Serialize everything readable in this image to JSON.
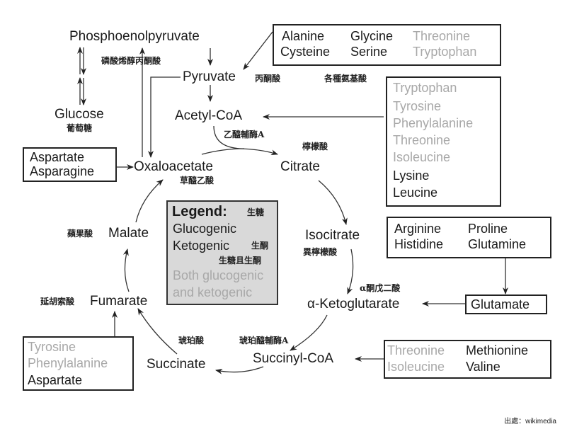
{
  "metabolites": {
    "pep": {
      "name": "Phosphoenolpyruvate",
      "zh": "磷酸烯醇丙酮酸"
    },
    "glucose": {
      "name": "Glucose",
      "zh": "葡萄糖"
    },
    "pyruvate": {
      "name": "Pyruvate",
      "zh": "丙酮酸"
    },
    "acetyl_coa": {
      "name": "Acetyl-CoA",
      "zh": "乙醯輔酶A"
    },
    "oxaloacetate": {
      "name": "Oxaloacetate",
      "zh": "草醯乙酸"
    },
    "citrate": {
      "name": "Citrate",
      "zh": "檸檬酸"
    },
    "isocitrate": {
      "name": "Isocitrate",
      "zh": "異檸檬酸"
    },
    "akg": {
      "name": "α-Ketoglutarate",
      "zh": "α酮戊二酸"
    },
    "succinyl_coa": {
      "name": "Succinyl-CoA",
      "zh": "琥珀醯輔酶A"
    },
    "succinate": {
      "name": "Succinate",
      "zh": "琥珀酸"
    },
    "fumarate": {
      "name": "Fumarate",
      "zh": "延胡索酸"
    },
    "malate": {
      "name": "Malate",
      "zh": "蘋果酸"
    }
  },
  "amino_acid_label_zh": "各種氨基酸",
  "boxes": {
    "pyruvate_sources": {
      "items": [
        {
          "name": "Alanine",
          "type": "glucogenic"
        },
        {
          "name": "Glycine",
          "type": "glucogenic"
        },
        {
          "name": "Threonine",
          "type": "both"
        },
        {
          "name": "Cysteine",
          "type": "glucogenic"
        },
        {
          "name": "Serine",
          "type": "glucogenic"
        },
        {
          "name": "Tryptophan",
          "type": "both"
        }
      ]
    },
    "acetyl_sources": {
      "items": [
        {
          "name": "Tryptophan",
          "type": "both"
        },
        {
          "name": "Tyrosine",
          "type": "both"
        },
        {
          "name": "Phenylalanine",
          "type": "both"
        },
        {
          "name": "Threonine",
          "type": "both"
        },
        {
          "name": "Isoleucine",
          "type": "both"
        },
        {
          "name": "Lysine",
          "type": "ketogenic"
        },
        {
          "name": "Leucine",
          "type": "ketogenic"
        }
      ]
    },
    "oxaloacetate_sources": {
      "items": [
        {
          "name": "Aspartate",
          "type": "glucogenic"
        },
        {
          "name": "Asparagine",
          "type": "glucogenic"
        }
      ]
    },
    "glutamate_sources": {
      "items": [
        {
          "name": "Arginine",
          "type": "glucogenic"
        },
        {
          "name": "Proline",
          "type": "glucogenic"
        },
        {
          "name": "Histidine",
          "type": "glucogenic"
        },
        {
          "name": "Glutamine",
          "type": "glucogenic"
        }
      ]
    },
    "glutamate": {
      "items": [
        {
          "name": "Glutamate",
          "type": "glucogenic"
        }
      ]
    },
    "succinyl_sources": {
      "items": [
        {
          "name": "Threonine",
          "type": "both"
        },
        {
          "name": "Methionine",
          "type": "glucogenic"
        },
        {
          "name": "Isoleucine",
          "type": "both"
        },
        {
          "name": "Valine",
          "type": "glucogenic"
        }
      ]
    },
    "fumarate_sources": {
      "items": [
        {
          "name": "Tyrosine",
          "type": "both"
        },
        {
          "name": "Phenylalanine",
          "type": "both"
        },
        {
          "name": "Aspartate",
          "type": "glucogenic"
        }
      ]
    }
  },
  "legend": {
    "title": "Legend:",
    "glucogenic": "Glucogenic",
    "glucogenic_zh": "生糖",
    "ketogenic": "Ketogenic",
    "ketogenic_zh": "生酮",
    "both_line1": "Both glucogenic",
    "both_line2": "and ketogenic",
    "both_zh": "生糖且生酮"
  },
  "colors": {
    "glucogenic": "#1a1a1a",
    "ketogenic": "#1a1a1a",
    "both": "#a8a8a8",
    "legend_bg": "#d9d9d9"
  },
  "source": "出處：wikimedia"
}
